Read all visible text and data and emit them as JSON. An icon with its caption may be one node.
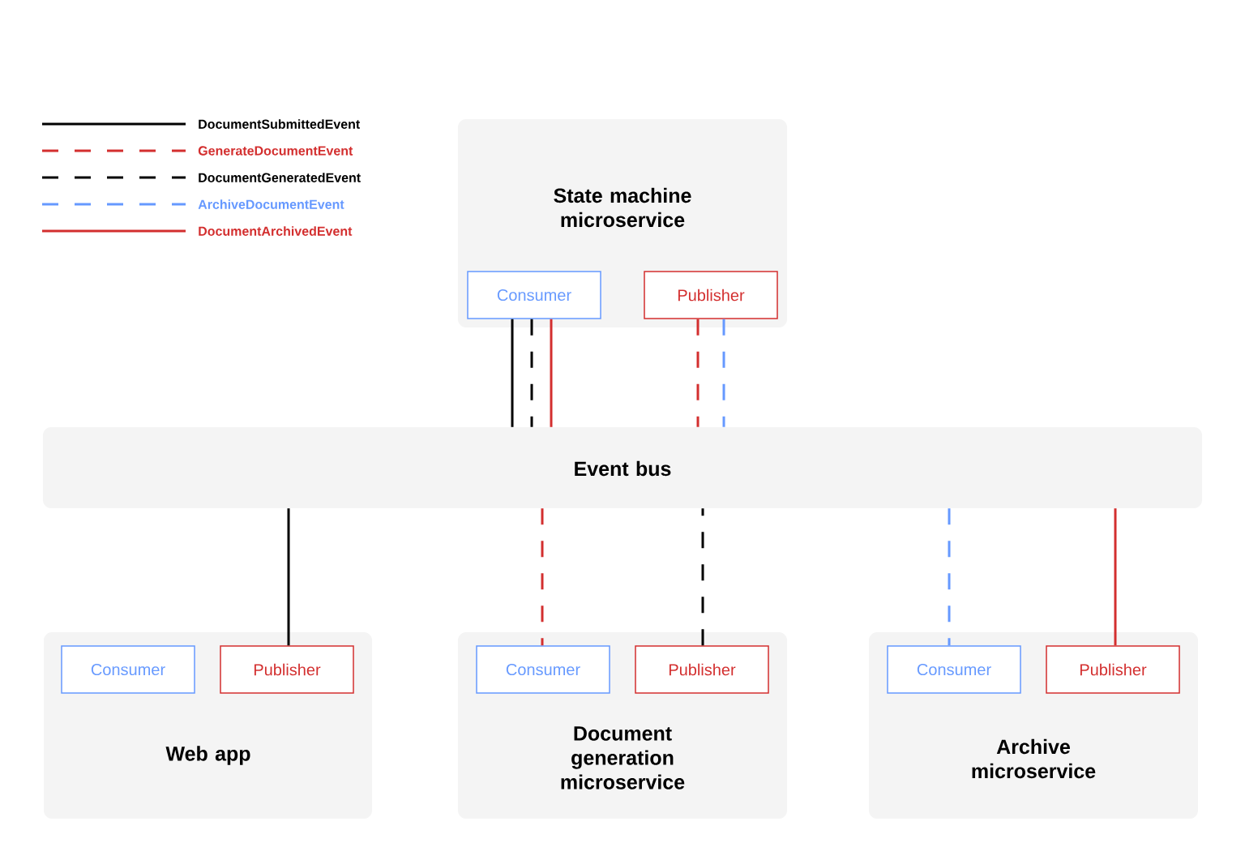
{
  "diagram": {
    "nodes": [
      {
        "text": [
          "State machine microservice"
        ]
      },
      {
        "text": [
          "Consumer"
        ],
        "in": 0
      },
      {
        "text": [
          "Publisher"
        ],
        "in": 0
      },
      {
        "text": [
          "Event bus"
        ]
      },
      {
        "text": [
          "Web app"
        ]
      },
      {
        "text": [
          "Consumer"
        ],
        "in": 4
      },
      {
        "text": [
          "Publisher"
        ],
        "in": 4
      },
      {
        "text": [
          "Document generation microservice"
        ]
      },
      {
        "text": [
          "Consumer"
        ],
        "in": 7
      },
      {
        "text": [
          "Publisher"
        ],
        "in": 7
      },
      {
        "text": [
          "Archive microservice"
        ]
      },
      {
        "text": [
          "Consumer"
        ],
        "in": 10
      },
      {
        "text": [
          "Publisher"
        ],
        "in": 10
      }
    ],
    "edges": [
      {
        "from": 1,
        "to": 3,
        "arrow": "none"
      },
      {
        "from": 1,
        "to": 3,
        "arrow": "none",
        "style": "dashed"
      },
      {
        "from": 1,
        "to": 3,
        "arrow": "none",
        "color": "#d32f2f"
      },
      {
        "from": 2,
        "to": 3,
        "arrow": "none",
        "style": "dashed",
        "color": "#d32f2f"
      },
      {
        "from": 2,
        "to": 3,
        "arrow": "none",
        "style": "dashed",
        "color": "#6699ff"
      },
      {
        "from": 6,
        "to": 3,
        "arrow": "none"
      },
      {
        "from": 3,
        "to": 8,
        "arrow": "none",
        "style": "dashed",
        "color": "#d32f2f"
      },
      {
        "from": 9,
        "to": 3,
        "arrow": "none",
        "style": "dashed"
      },
      {
        "from": 3,
        "to": 11,
        "arrow": "none",
        "style": "dashed",
        "color": "#6699ff"
      },
      {
        "from": 12,
        "to": 3,
        "arrow": "none",
        "color": "#d32f2f"
      }
    ],
    "legend": [
      {
        "text": "DocumentSubmittedEvent"
      },
      {
        "text": "GenerateDocumentEvent"
      },
      {
        "text": "DocumentGeneratedEvent"
      },
      {
        "text": "ArchiveDocumentEvent"
      },
      {
        "text": "DocumentArchivedEvent"
      }
    ]
  }
}
